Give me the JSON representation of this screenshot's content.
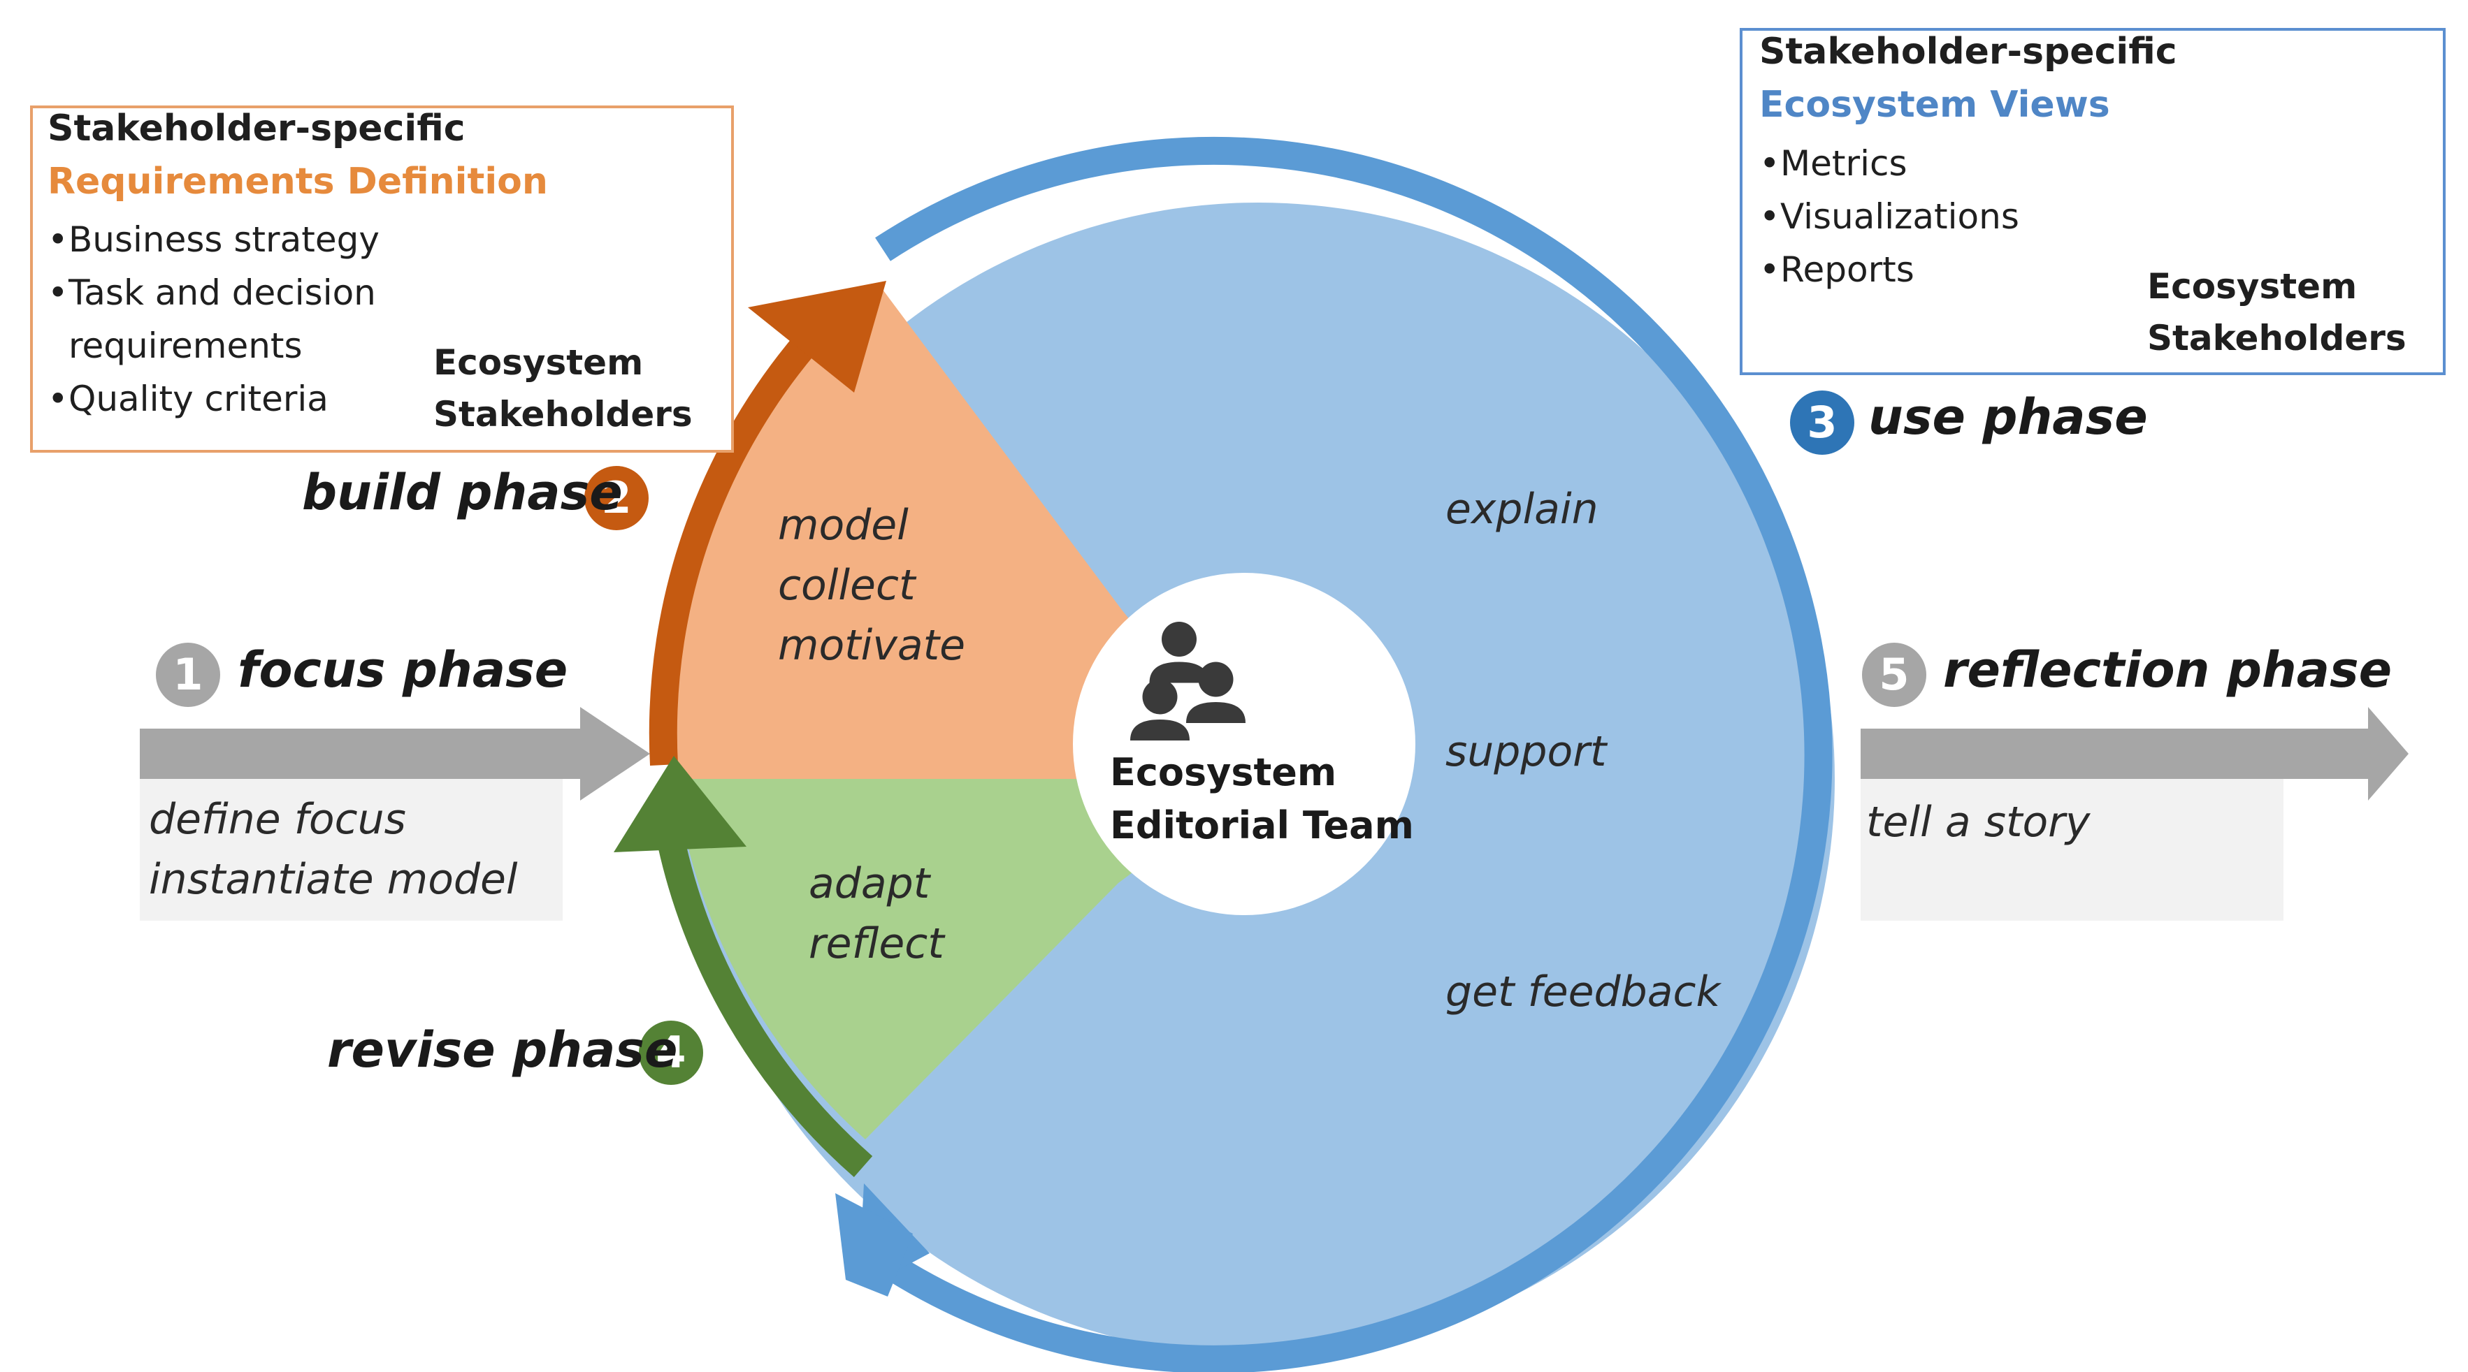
{
  "colors": {
    "orange": "#c55a11",
    "orange_light": "#f4b183",
    "green": "#548235",
    "green_light": "#a9d18e",
    "blue": "#5b9bd5",
    "blue_light": "#9dc3e6",
    "grey": "#a6a6a6",
    "grey_light": "#f2f2f2",
    "people_orange": "#e08a49",
    "people_blue": "#4472c4",
    "people_dark": "#3a3a3a"
  },
  "requirements_note": {
    "title": "Stakeholder-specific",
    "subtitle": "Requirements Definition",
    "items": [
      "Business strategy",
      "Task and decision",
      "requirements",
      "Quality criteria"
    ],
    "stakeholders_icon": "people-group-icon",
    "stakeholders_label_1": "Ecosystem",
    "stakeholders_label_2": "Stakeholders"
  },
  "views_note": {
    "title": "Stakeholder-specific",
    "subtitle": "Ecosystem Views",
    "items": [
      "Metrics",
      "Visualizations",
      "Reports"
    ],
    "stakeholders_icon": "people-group-icon",
    "stakeholders_label_1": "Ecosystem",
    "stakeholders_label_2": "Stakeholders"
  },
  "phases": {
    "focus": {
      "number": "1",
      "label": "focus phase",
      "activities": [
        "define focus",
        "instantiate model"
      ]
    },
    "build": {
      "number": "2",
      "label": "build phase",
      "activities": [
        "model",
        "collect",
        "motivate"
      ]
    },
    "use": {
      "number": "3",
      "label": "use phase",
      "activities": [
        "explain",
        "support",
        "get feedback"
      ]
    },
    "revise": {
      "number": "4",
      "label": "revise phase",
      "activities": [
        "adapt",
        "reflect"
      ]
    },
    "reflection": {
      "number": "5",
      "label": "reflection phase",
      "activities": [
        "tell a story"
      ]
    }
  },
  "center": {
    "icon": "people-group-icon",
    "label_1": "Ecosystem",
    "label_2": "Editorial Team"
  }
}
